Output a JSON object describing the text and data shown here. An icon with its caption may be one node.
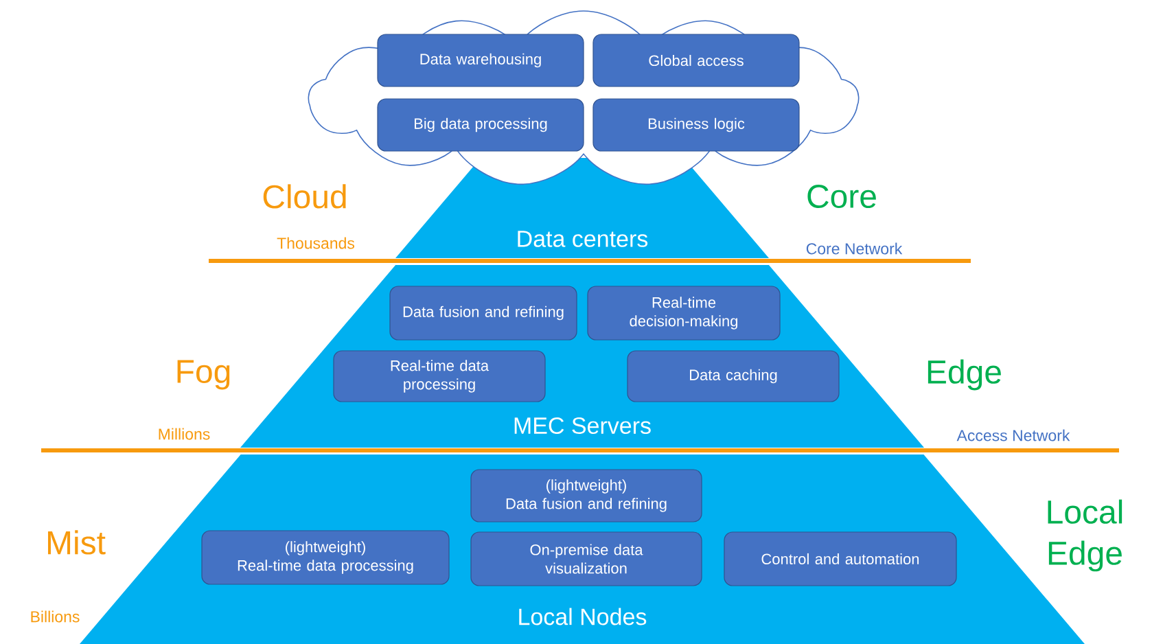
{
  "diagram": {
    "nodes": [
      {
        "text": [],
        "shape": "cloud"
      },
      {
        "text": [
          "Data warehousing"
        ],
        "in": 0
      },
      {
        "text": [
          "Global access"
        ],
        "in": 0
      },
      {
        "text": [
          "Big data processing"
        ],
        "in": 0
      },
      {
        "text": [
          "Business logic"
        ],
        "in": 0
      },
      {
        "text": [
          "Data centers"
        ]
      },
      {
        "text": [
          "MEC Servers"
        ]
      },
      {
        "text": [
          "Data fusion and refining"
        ],
        "in": 6
      },
      {
        "text": [
          "Real-time decision-making"
        ],
        "in": 6
      },
      {
        "text": [
          "Real-time data processing"
        ],
        "in": 6
      },
      {
        "text": [
          "Data caching"
        ],
        "in": 6
      },
      {
        "text": [
          "Local Nodes"
        ]
      },
      {
        "text": [
          "(lightweight)",
          "Data fusion and refining"
        ],
        "in": 11
      },
      {
        "text": [
          "(lightweight)",
          "Real-time data processing"
        ],
        "in": 11
      },
      {
        "text": [
          "On-premise data visualization"
        ],
        "in": 11
      },
      {
        "text": [
          "Control and automation"
        ],
        "in": 11
      }
    ],
    "labels": [
      "Cloud",
      "Core",
      "Thousands",
      "Core Network",
      "Fog",
      "Edge",
      "Millions",
      "Access Network",
      "Local Edge",
      "Mist",
      "Billions"
    ]
  }
}
